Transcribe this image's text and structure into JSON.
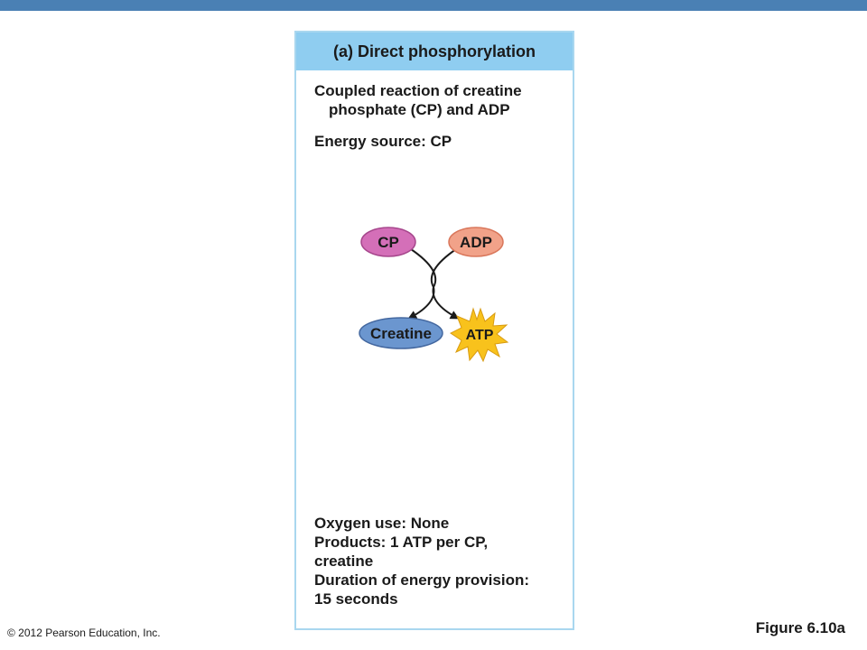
{
  "panel": {
    "title": "(a) Direct phosphorylation",
    "description_line1": "Coupled reaction of creatine",
    "description_line2": "phosphate (CP) and ADP",
    "energy_source": "Energy source: CP",
    "oxygen_use": "Oxygen use: None",
    "products_line1": "Products: 1 ATP per CP,",
    "products_line2": "creatine",
    "duration_line1": "Duration of energy provision:",
    "duration_line2": "15 seconds"
  },
  "diagram": {
    "reactants": [
      "CP",
      "ADP"
    ],
    "products": [
      "Creatine",
      "ATP"
    ]
  },
  "colors": {
    "cp_fill": "#d46fb8",
    "adp_fill": "#f1a289",
    "creatine_fill": "#6b96cf",
    "atp_fill": "#f8c21c",
    "header_bar": "#4a80b4",
    "panel_header": "#8fcdf0"
  },
  "footer": {
    "copyright": "© 2012 Pearson Education, Inc.",
    "figure": "Figure 6.10a"
  }
}
